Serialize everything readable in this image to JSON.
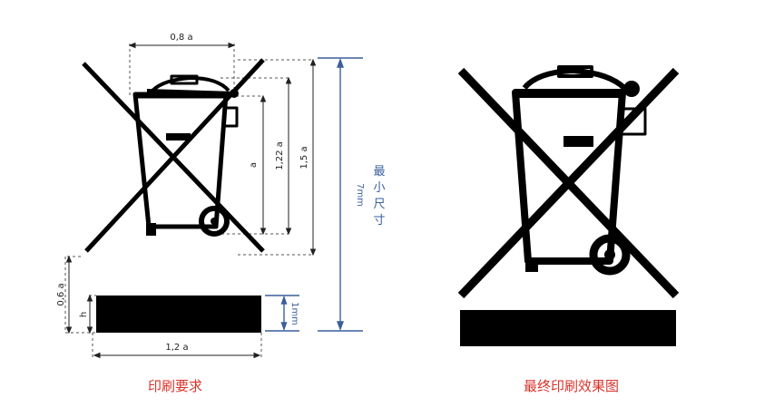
{
  "left_diagram": {
    "dim_width_top": "0,8 a",
    "dim_a": "a",
    "dim_122a": "1,22 a",
    "dim_15a": "1,5 a",
    "dim_7mm": "7mm",
    "min_size_label": [
      "最",
      "小",
      "尺",
      "寸"
    ],
    "dim_06a": "0,6 a",
    "dim_h": "h",
    "dim_1mm": "1mm",
    "dim_12a": "1,2 a",
    "caption": "印刷要求"
  },
  "right_diagram": {
    "caption": "最终印刷效果图"
  },
  "colors": {
    "symbol": "#000000",
    "dimension_blue": "#3a5f9c",
    "caption_red": "#d9332b",
    "dashed": "#555555"
  }
}
